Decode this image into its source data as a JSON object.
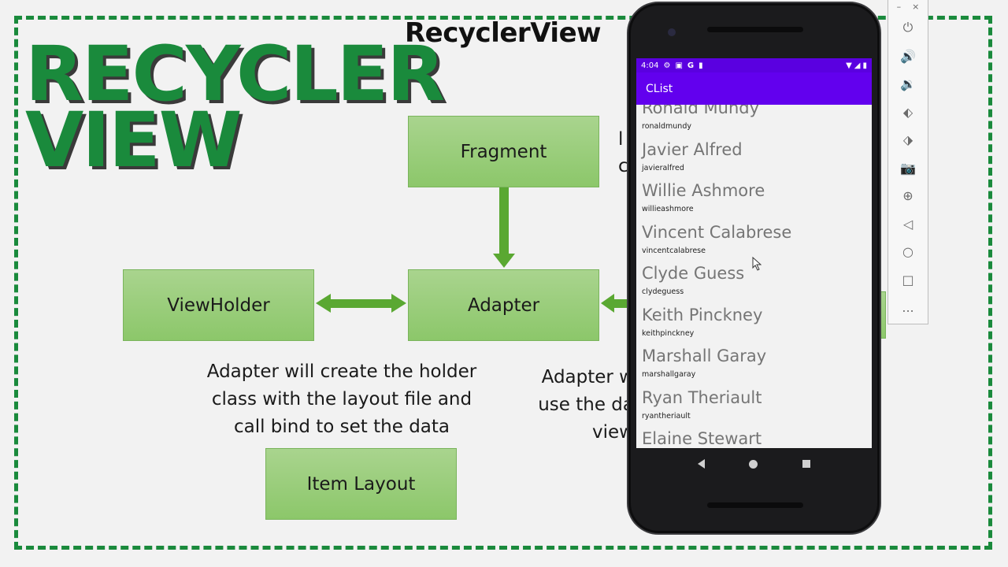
{
  "slide": {
    "big_title_line1": "RECYCLER",
    "big_title_line2": "VIEW",
    "title": "RecyclerView",
    "boxes": {
      "fragment": "Fragment",
      "adapter": "Adapter",
      "viewholder": "ViewHolder",
      "item_layout": "Item Layout"
    },
    "desc_left": [
      "Adapter will create the holder",
      "class with the layout file and",
      "call bind to set the data"
    ],
    "desc_right": [
      "Adapter w",
      "use the da",
      "view"
    ],
    "desc_top_right": [
      "l",
      "c"
    ],
    "colors": {
      "accent": "#1a8a3c",
      "box": "#a9d48e",
      "arrow": "#5aa832"
    }
  },
  "phone": {
    "status_time": "4:04",
    "status_icons": [
      "settings-icon",
      "image-icon",
      "google-icon",
      "sim-icon"
    ],
    "status_right_icons": [
      "wifi-icon",
      "signal-icon",
      "battery-icon"
    ],
    "app_title": "CList",
    "app_bar_color": "#6200ee",
    "list": [
      {
        "name": "Ronald Mundy",
        "username": "ronaldmundy"
      },
      {
        "name": "Javier Alfred",
        "username": "javieralfred"
      },
      {
        "name": "Willie Ashmore",
        "username": "willieashmore"
      },
      {
        "name": "Vincent Calabrese",
        "username": "vincentcalabrese"
      },
      {
        "name": "Clyde Guess",
        "username": "clydeguess"
      },
      {
        "name": "Keith Pinckney",
        "username": "keithpinckney"
      },
      {
        "name": "Marshall Garay",
        "username": "marshallgaray"
      },
      {
        "name": "Ryan Theriault",
        "username": "ryantheriault"
      },
      {
        "name": "Elaine Stewart",
        "username": ""
      }
    ],
    "nav": [
      "back-icon",
      "home-icon",
      "recents-icon"
    ]
  },
  "emulator_toolbar": {
    "window_buttons": [
      "–",
      "×"
    ],
    "buttons": [
      "power-icon",
      "volume-up-icon",
      "volume-down-icon",
      "rotate-left-icon",
      "rotate-right-icon",
      "camera-icon",
      "zoom-icon",
      "back-icon",
      "home-icon",
      "overview-icon",
      "more-icon"
    ],
    "more_label": "..."
  }
}
